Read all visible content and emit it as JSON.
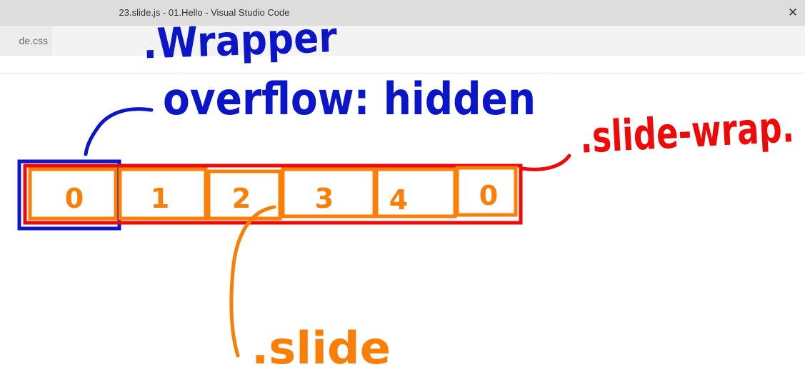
{
  "window": {
    "title": "23.slide.js - 01.Hello - Visual Studio Code",
    "close_glyph": "✕"
  },
  "tabs": [
    {
      "label": "slide.css",
      "visible_text": "de.css"
    }
  ],
  "annotations": {
    "wrapper_label": ".Wrapper",
    "overflow_label": "overflow: hidden",
    "slide_wrap_label": ".slide-wrap.",
    "slide_label": ".slide",
    "slide_numbers": [
      "0",
      "1",
      "2",
      "3",
      "4",
      "0"
    ]
  },
  "colors": {
    "wrapper_ink": "#0a16c8",
    "slide_wrap_ink": "#ef0a0a",
    "slide_ink": "#fb7f06"
  }
}
